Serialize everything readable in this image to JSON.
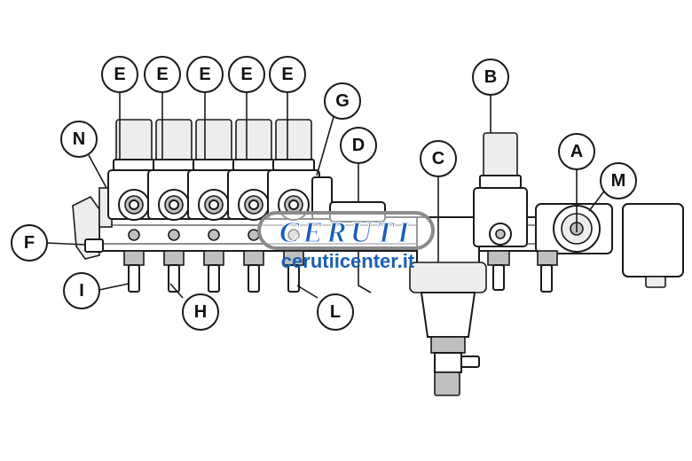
{
  "diagram": {
    "callouts": {
      "e1": "E",
      "e2": "E",
      "e3": "E",
      "e4": "E",
      "e5": "E",
      "g": "G",
      "n": "N",
      "d": "D",
      "c": "C",
      "b": "B",
      "a": "A",
      "m": "M",
      "f": "F",
      "i": "I",
      "h": "H",
      "l": "L"
    }
  },
  "watermark": {
    "logo": "CERUTI",
    "url": "cerutiicenter.it",
    "color": "#1b5fb3"
  }
}
